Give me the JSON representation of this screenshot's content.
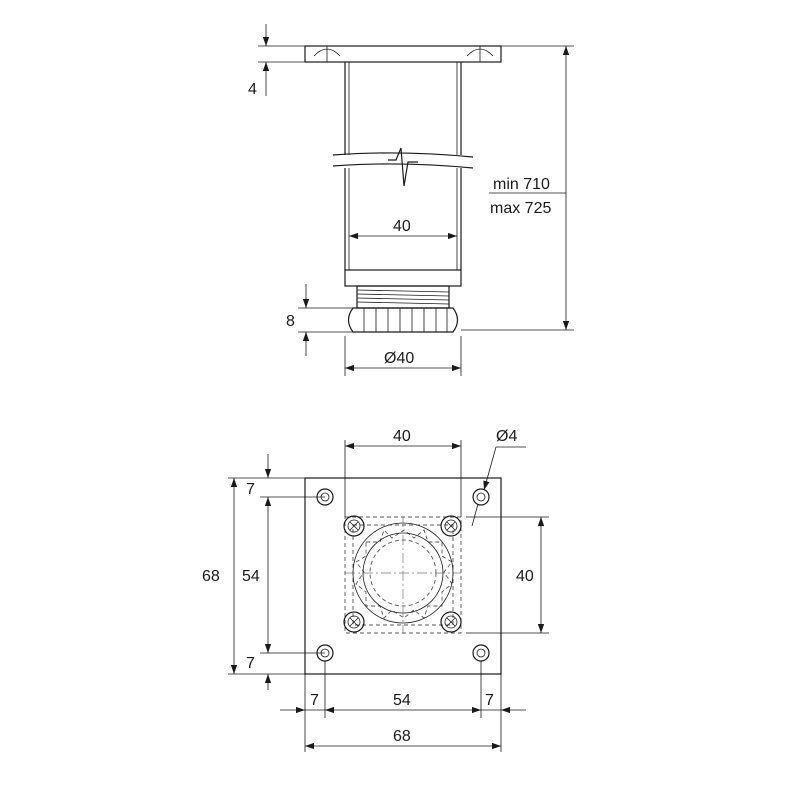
{
  "side_view": {
    "plate_thickness": "4",
    "height_min": "min 710",
    "height_max": "max 725",
    "tube_width": "40",
    "foot_height": "8",
    "foot_diameter": "Ø40"
  },
  "top_view": {
    "hole_spacing_top": "40",
    "hole_diameter": "Ø4",
    "left_offset_top": "7",
    "left_overall": "68",
    "left_spacing": "54",
    "left_offset_bottom": "7",
    "right_spacing": "40",
    "bottom_offset_left": "7",
    "bottom_spacing": "54",
    "bottom_offset_right": "7",
    "bottom_overall": "68"
  }
}
